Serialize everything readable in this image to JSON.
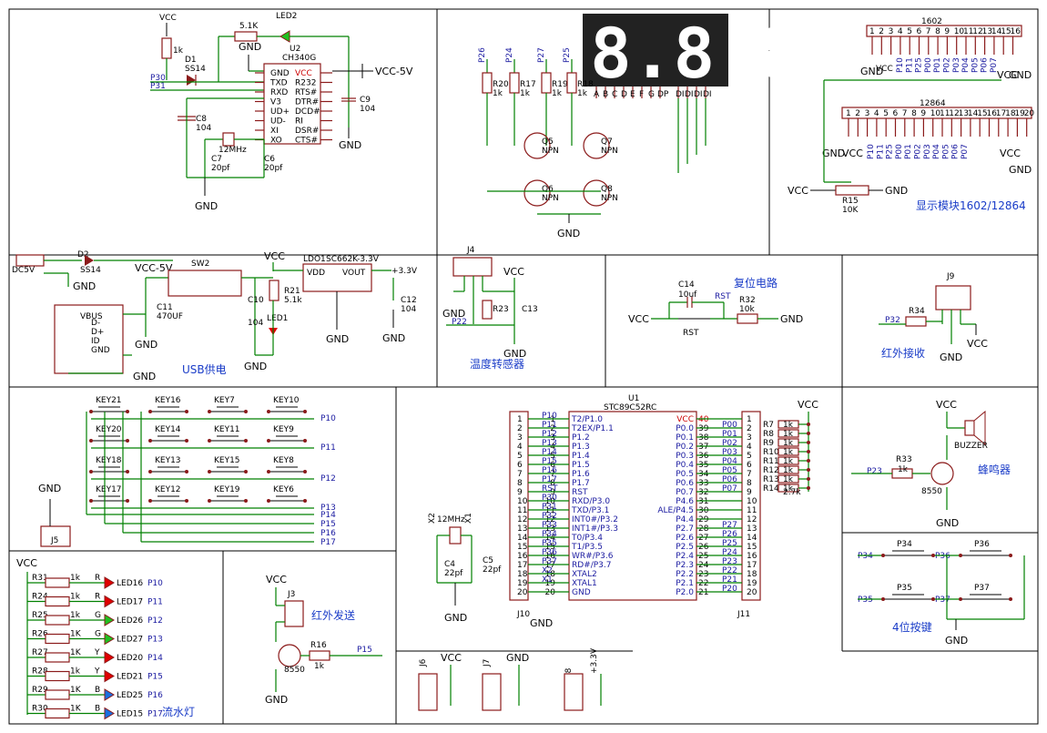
{
  "sections": {
    "usb_serial": "",
    "display": "显示模块1602/12864",
    "usb_power": "USB供电",
    "temp_sensor": "温度转感器",
    "reset": "复位电路",
    "ir_receive": "红外接收",
    "buzzer": "蜂鸣器",
    "four_keys": "4位按键",
    "ir_send": "红外发送",
    "led_flow": "流水灯"
  },
  "labels": {
    "vcc": "VCC",
    "gnd": "GND",
    "vcc5v": "VCC-5V",
    "v33": "+3.3V",
    "dc5v": "DC5V",
    "u2": "U2",
    "ch340g": "CH340G",
    "led2": "LED2",
    "r_5k1": "5.1K",
    "r_1k": "1k",
    "d1": "D1",
    "ss14": "SS14",
    "c9": "C9",
    "c9v": "104",
    "c8": "C8",
    "c8v": "104",
    "c7": "C7",
    "c7v": "20pf",
    "c6": "C6",
    "c6v": "20pf",
    "xtal12": "12MHz",
    "p30": "P30",
    "p31": "P31",
    "u1": "U1",
    "stc": "STC89C52RC",
    "j10": "J10",
    "j11": "J11",
    "ldo": "LDO1",
    "ldo_part": "SC662K-3.3V",
    "vdd": "VDD",
    "vout": "VOUT",
    "sw2": "SW2",
    "c11": "C11",
    "c11v": "470UF",
    "c10": "C10",
    "c10v": "104",
    "c12": "C12",
    "c12v": "104",
    "r21": "R21",
    "r21v": "5.1k",
    "led1": "LED1",
    "vbus": "VBUS",
    "j4": "J4",
    "r23": "R23",
    "c13": "C13",
    "p22": "P22",
    "c14": "C14",
    "c14v": "10uf",
    "rst": "RST",
    "r32": "R32",
    "r32v": "10k",
    "j9": "J9",
    "r34": "R34",
    "p32": "P32",
    "buzzer": "BUZZER",
    "r33": "R33",
    "p23": "P23",
    "t8550": "8550",
    "j3": "J3",
    "r16": "R16",
    "p15": "P15",
    "j5": "J5",
    "j6": "J6",
    "j7": "J7",
    "j8": "J8",
    "x2": "X2",
    "x1": "X1",
    "c4": "C4",
    "c5": "C5",
    "c22": "22pf",
    "r15": "R15",
    "r15v": "10K",
    "lcd1602": "1602",
    "lcd12864": "12864",
    "q5": "Q5",
    "q6": "Q6",
    "q7": "Q7",
    "q8": "Q8",
    "npn": "NPN",
    "r20": "R20",
    "r17": "R17",
    "r19": "R19",
    "r18": "R18",
    "p26": "P26",
    "p24": "P24",
    "p27": "P27",
    "p25": "P25",
    "ch340_left": [
      "GND",
      "TXD",
      "RXD",
      "V3",
      "UD+",
      "UD-",
      "XI",
      "XO"
    ],
    "ch340_right": [
      "VCC",
      "R232",
      "RTS#",
      "DTR#",
      "DCD#",
      "RI",
      "DSR#",
      "CTS#"
    ],
    "stc_left": [
      "T2/P1.0",
      "T2EX/P1.1",
      "P1.2",
      "P1.3",
      "P1.4",
      "P1.5",
      "P1.6",
      "P1.7",
      "RST",
      "RXD/P3.0",
      "TXD/P3.1",
      "INT0#/P3.2",
      "INT1#/P3.3",
      "T0/P3.4",
      "T1/P3.5",
      "WR#/P3.6",
      "RD#/P3.7",
      "XTAL2",
      "XTAL1",
      "GND"
    ],
    "stc_right": [
      "VCC",
      "P0.0",
      "P0.1",
      "P0.2",
      "P0.3",
      "P0.4",
      "P0.5",
      "P0.6",
      "P0.7",
      "P4.6",
      "ALE/P4.5",
      "P4.4",
      "P2.7",
      "P2.6",
      "P2.5",
      "P2.4",
      "P2.3",
      "P2.2",
      "P2.1",
      "P2.0"
    ],
    "stc_left_nets": [
      "P10",
      "P11",
      "P12",
      "P13",
      "P14",
      "P15",
      "P16",
      "P17",
      "RST",
      "P30",
      "P31",
      "P32",
      "P33",
      "P34",
      "P35",
      "P36",
      "P37",
      "X2",
      "X1",
      ""
    ],
    "stc_right_nets": [
      "",
      "P00",
      "P01",
      "P02",
      "P03",
      "P04",
      "P05",
      "P06",
      "P07",
      "",
      "",
      "",
      "P27",
      "P26",
      "P25",
      "P24",
      "P23",
      "P22",
      "P21",
      "P20"
    ],
    "keys": [
      [
        "KEY21",
        "KEY16",
        "KEY7",
        "KEY10"
      ],
      [
        "KEY20",
        "KEY14",
        "KEY11",
        "KEY9"
      ],
      [
        "KEY18",
        "KEY13",
        "KEY15",
        "KEY8"
      ],
      [
        "KEY17",
        "KEY12",
        "KEY19",
        "KEY6"
      ]
    ],
    "key_rows": [
      "P10",
      "P11",
      "P12",
      "P13"
    ],
    "key_cols": [
      "P14",
      "P15",
      "P16",
      "P17"
    ],
    "flow_leds": [
      {
        "r": "R31",
        "rv": "1k",
        "c": "R",
        "led": "LED16",
        "net": "P10",
        "color": "#e00000"
      },
      {
        "r": "R24",
        "rv": "1k",
        "c": "R",
        "led": "LED17",
        "net": "P11",
        "color": "#e00000"
      },
      {
        "r": "R25",
        "rv": "1k",
        "c": "G",
        "led": "LED26",
        "net": "P12",
        "color": "#20c020"
      },
      {
        "r": "R26",
        "rv": "1K",
        "c": "G",
        "led": "LED27",
        "net": "P13",
        "color": "#20c020"
      },
      {
        "r": "R27",
        "rv": "1K",
        "c": "Y",
        "led": "LED20",
        "net": "P14",
        "color": "#e00000"
      },
      {
        "r": "R28",
        "rv": "1k",
        "c": "Y",
        "led": "LED21",
        "net": "P15",
        "color": "#e00000"
      },
      {
        "r": "R29",
        "rv": "1K",
        "c": "B",
        "led": "LED25",
        "net": "P16",
        "color": "#1a70e0"
      },
      {
        "r": "R30",
        "rv": "1K",
        "c": "B",
        "led": "LED15",
        "net": "P17",
        "color": "#1a70e0"
      }
    ],
    "pullups": [
      "R7",
      "R8",
      "R9",
      "R10",
      "R11",
      "R12",
      "R13",
      "R14"
    ],
    "four_keys": [
      {
        "key": "P34",
        "net": "P34"
      },
      {
        "key": "P36",
        "net": "P36"
      },
      {
        "key": "P35",
        "net": "P35"
      },
      {
        "key": "P37",
        "net": "P37"
      }
    ],
    "seg_labels": [
      "A",
      "B",
      "C",
      "D",
      "E",
      "F",
      "G",
      "DP"
    ],
    "digit_pins": [
      "DI",
      "DI",
      "DI",
      "DI"
    ],
    "lcd1602_pins": [
      "1",
      "2",
      "3",
      "4",
      "5",
      "6",
      "7",
      "8",
      "9",
      "10",
      "11",
      "12",
      "13",
      "14",
      "15",
      "16"
    ],
    "lcd12864_pins": [
      "1",
      "2",
      "3",
      "4",
      "5",
      "6",
      "7",
      "8",
      "9",
      "10",
      "11",
      "12",
      "13",
      "14",
      "15",
      "16",
      "17",
      "18",
      "19",
      "20"
    ],
    "lcd_nets": [
      "P10",
      "P11",
      "P25",
      "P00",
      "P01",
      "P02",
      "P03",
      "P04",
      "P05",
      "P06",
      "P07"
    ]
  }
}
